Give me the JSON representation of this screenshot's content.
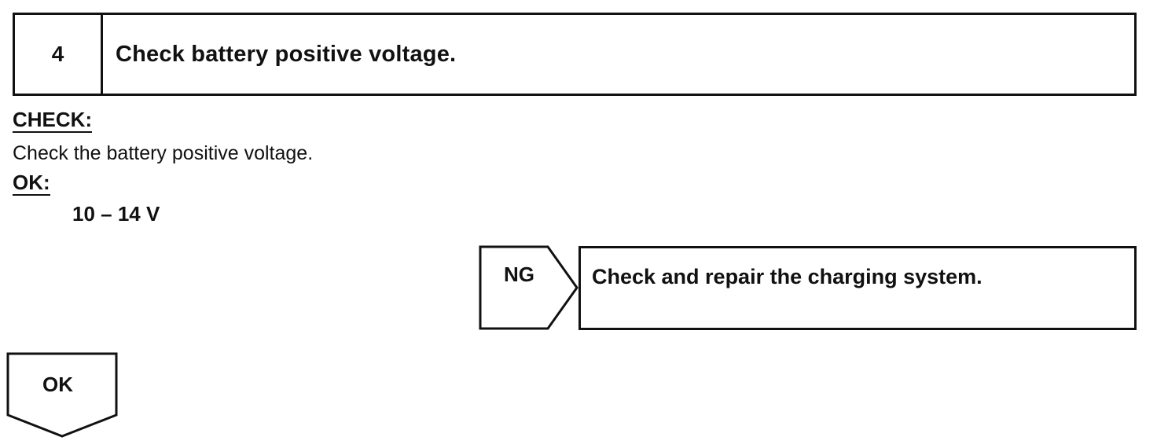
{
  "step": {
    "number": "4",
    "title": "Check battery positive voltage."
  },
  "check": {
    "heading": "CHECK:",
    "text": "Check the battery positive voltage."
  },
  "ok_spec": {
    "heading": "OK:",
    "value": "10 – 14 V"
  },
  "ng_branch": {
    "label": "NG",
    "action": "Check and repair the charging system."
  },
  "ok_branch": {
    "label": "OK"
  }
}
